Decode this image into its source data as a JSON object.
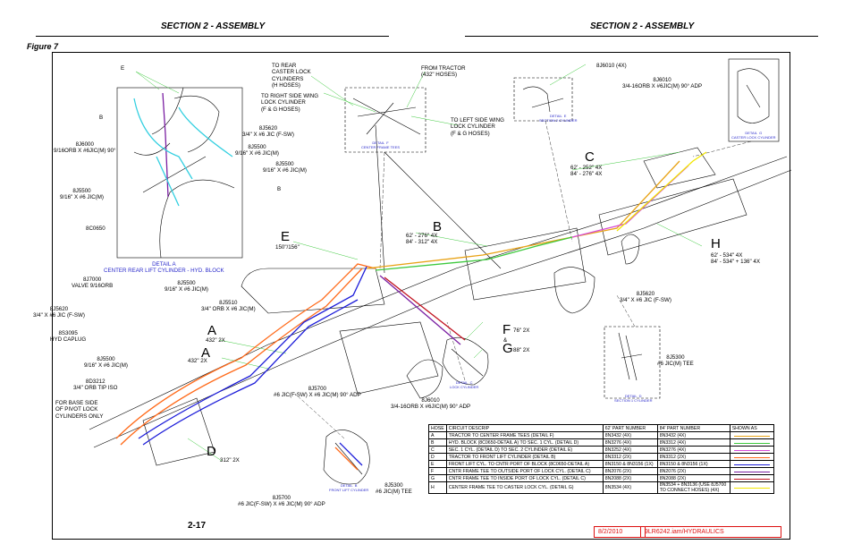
{
  "header": {
    "left_title": "SECTION 2 - ASSEMBLY",
    "right_title": "SECTION 2 - ASSEMBLY",
    "figure": "Figure 7"
  },
  "labels": {
    "e_top": "E",
    "b_left": "B",
    "j6000": "8J6000\n9/16ORB X #6JIC(M) 90°",
    "j5620_a": "8J5620\n3/4\" X #6 JIC (F-SW)",
    "j5500_a": "8J5500\n9/16\" X #6 JIC(M)",
    "j5500_b": "8J5500\n9/16\" X #6 JIC(M)",
    "b_mid": "B",
    "j5500_c": "8J5500\n9/16\" X #6 JIC(M)",
    "c0650": "8C0650",
    "detail_a": "DETAIL A\nCENTER REAR LIFT CYLINDER - HYD. BLOCK",
    "to_rear": "TO REAR\nCASTER LOCK\nCYLINDERS\n(H HOSES)",
    "to_right": "TO RIGHT SIDE WING\nLOCK CYLINDER\n(F & G HOSES)",
    "from_tractor": "FROM TRACTOR\n(432\" HOSES)",
    "to_left": "TO LEFT SIDE WING\nLOCK CYLINDER\n(F & G HOSES)",
    "detail_f": "DETAIL  F\nCENTER FRAME TEES",
    "j6010_4x": "8J6010 (4X)",
    "j6010_top": "8J6010\n3/4-16ORB X #6JIC(M) 90° ADP",
    "detail_e": "DETAIL  E\nSECTION 2 CYLINDER",
    "detail_g": "DETAIL  G\nCASTER LOCK CYLINDER",
    "c_lens": "62' - 252\" 4X\n84' - 276\" 4X",
    "b_lens": "62' - 276\" 4X\n84' - 312\" 4X",
    "e_len": "150\"/156\"",
    "h_lens": "62' - 534\" 4X\n84' - 534\" + 136\" 4X",
    "j7000": "8J7000\nVALVE 9/16ORB",
    "j5500_d": "8J5500\n9/16\" X #6 JIC(M)",
    "j5510": "8J5510\n3/4\" ORB X #6 JIC(M)",
    "j5620_b": "8J5620\n3/4\" X #6 JIC (F-SW)",
    "s3095": "8S3095\nHYD CAPLUG",
    "j5500_e": "8J5500\n9/16\" X #6 JIC(M)",
    "d3212": "8D3212\n3/4\" ORB TIP ISO",
    "len_432_a": "432\" 2X",
    "len_432_b": "432\" 2X",
    "pivot_note": "FOR BASE SIDE\nOF PIVOT LOCK\nCYLINDERS ONLY",
    "j5700_a": "8J5700\n#6 JIC(F-SW) X #6 JIC(M) 90° ADP",
    "j6010_bot": "8J6010\n3/4-16ORB X #6JIC(M) 90° ADP",
    "detail_c": "DETAIL  C\nLOCK CYLINDER",
    "f_len": "76\" 2X",
    "amp": "&",
    "g_len": "88\" 2X",
    "j5620_c": "8J5620\n3/4\" X #6 JIC (F-SW)",
    "j5300_a": "8J5300\n#6 JIC(M) TEE",
    "detail_d": "DETAIL  D\nSECTION 1 CYLINDER",
    "d_len": "312\" 2X",
    "detail_b": "DETAIL  B\nFRONT LIFT CYLINDER",
    "j5300_b": "8J5300\n#6 JIC(M) TEE",
    "j5700_b": "8J5700\n#6 JIC(F-SW) X #6 JIC(M) 90° ADP"
  },
  "callouts": {
    "c": "C",
    "b": "B",
    "e": "E",
    "h": "H",
    "a1": "A",
    "a2": "A",
    "f": "F",
    "g": "G",
    "d": "D"
  },
  "hose_table": {
    "headers": [
      "HOSE",
      "CIRCUIT DESCRIP",
      "62' PART NUMBER",
      "84' PART NUMBER",
      "SHOWN AS"
    ],
    "rows": [
      {
        "hose": "A",
        "desc": "TRACTOR TO CENTER FRAME TEES (DETAIL F)",
        "p62": "8N3432 (4X)",
        "p84": "8N3432 (4X)",
        "color": "#e8a317"
      },
      {
        "hose": "B",
        "desc": "HYD. BLOCK (8C0650-DETAIL A) TO SEC. 1 CYL. (DETAIL D)",
        "p62": "8N3276 (4X)",
        "p84": "8N3312 (4X)",
        "color": "#3ec93e"
      },
      {
        "hose": "C",
        "desc": "SEC. 1 CYL. (DETAIL D) TO SEC. 2 CYLINDER (DETAIL E)",
        "p62": "8N3252 (4X)",
        "p84": "8N3276 (4X)",
        "color": "#d54cd5"
      },
      {
        "hose": "D",
        "desc": "TRACTOR TO FRONT LIFT CYLINDER (DETAIL B)",
        "p62": "8N3312 (2X)",
        "p84": "8N3312 (2X)",
        "color": "#ff6a1a"
      },
      {
        "hose": "E",
        "desc": "FRONT LIFT CYL. TO CNTR PORT OF BLOCK (8C0650-DETAIL A)",
        "p62": "8N3150 & 8N3156 (1X)",
        "p84": "8N3150 & 8N3156 (1X)",
        "color": "#1c1cd9"
      },
      {
        "hose": "F",
        "desc": "CNTR FRAME TEE TO OUTSIDE PORT OF LOCK CYL. (DETAIL C)",
        "p62": "8N2076 (2X)",
        "p84": "8N2076 (2X)",
        "color": "#7a1fa2"
      },
      {
        "hose": "G",
        "desc": "CNTR FRAME TEE TO INSIDE PORT OF LOCK CYL. (DETAIL C)",
        "p62": "8N2088 (2X)",
        "p84": "8N2088 (2X)",
        "color": "#c1121f"
      },
      {
        "hose": "H",
        "desc": "CENTER FRAME TEE TO CASTER LOCK CYL. (DETAIL G)",
        "p62": "8N3534 (4X)",
        "p84": "8N3534 + 8N3136 (USE 8J5700\nTO CONNECT HOSES) (4X)",
        "color": "#f2e600"
      }
    ]
  },
  "footer": {
    "page": "2-17",
    "date": "8/2/2010",
    "file": "9LR6242.iam/HYDRAULICS"
  }
}
